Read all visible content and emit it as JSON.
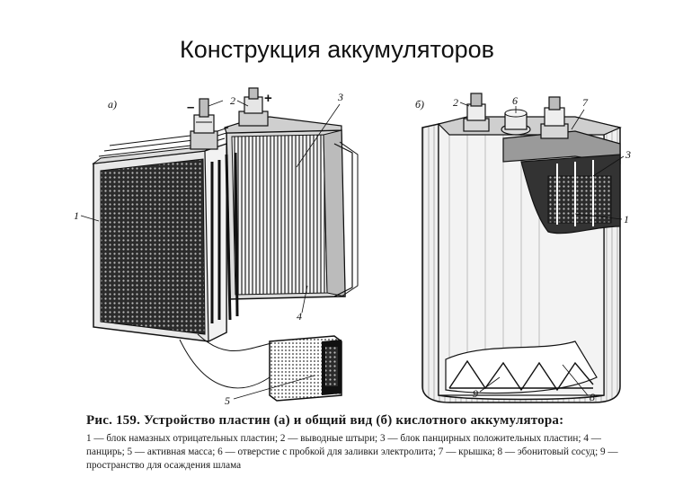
{
  "title": "Конструкция аккумуляторов",
  "figure": {
    "panel_a": "а)",
    "panel_b": "б)",
    "minus_sign": "–",
    "plus_sign": "+",
    "callouts_a": [
      "1",
      "2",
      "3",
      "4",
      "5"
    ],
    "callouts_b": [
      "2",
      "6",
      "7",
      "3",
      "1",
      "9",
      "8"
    ]
  },
  "caption": {
    "title": "Рис. 159. Устройство пластин (а) и общий вид (б) кислотного аккумулятора:",
    "legend": "1 — блок намазных отрицательных пластин; 2 — выводные штыри; 3 — блок панцирных положительных пластин; 4 — панцирь; 5 — активная масса; 6 — отверстие с пробкой для заливки электролита; 7 — крышка; 8 — эбонитовый сосуд; 9 — пространство для осаждения шлама"
  }
}
